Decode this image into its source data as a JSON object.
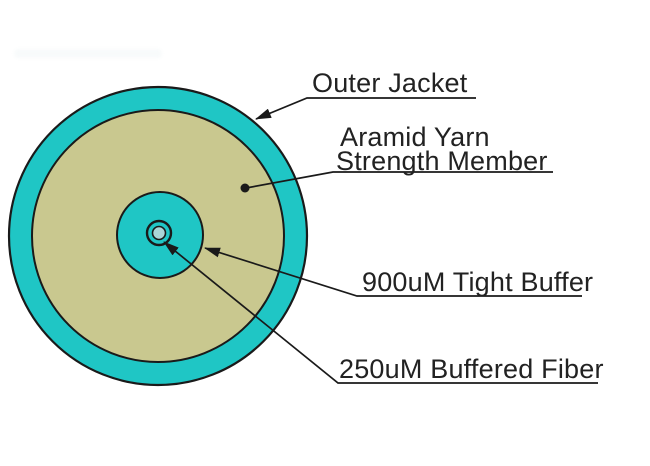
{
  "labels": {
    "outer_jacket": "Outer Jacket",
    "aramid_yarn_line1": "Aramid Yarn",
    "aramid_yarn_line2": "Strength Member",
    "tight_buffer": "900uM Tight Buffer",
    "buffered_fiber": "250uM Buffered Fiber"
  },
  "colors": {
    "jacket_teal": "#1fc6c5",
    "aramid_olive": "#c9c88f",
    "fiber_core_light": "#aad6d8",
    "outline": "#1a1a1a",
    "text": "#222222",
    "background": "#ffffff"
  }
}
